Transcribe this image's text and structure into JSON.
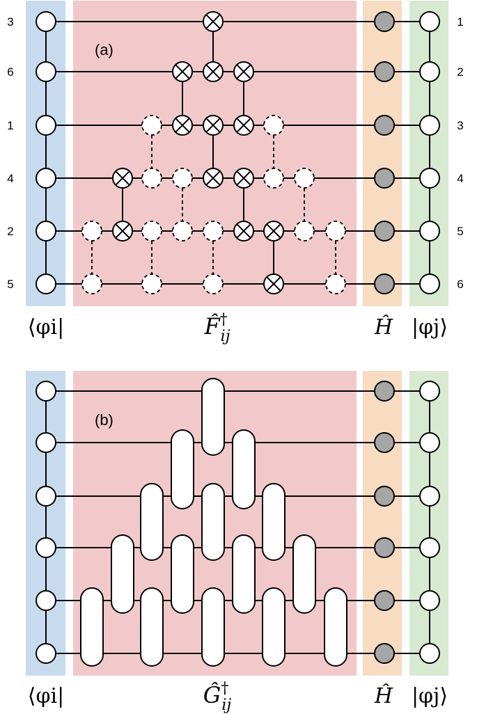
{
  "panels": [
    {
      "label": "(a)",
      "left_numbers": [
        "3",
        "6",
        "1",
        "4",
        "2",
        "5"
      ],
      "right_numbers": [
        "1",
        "2",
        "3",
        "4",
        "5",
        "6"
      ],
      "labels": {
        "bra": "⟨φi|",
        "op": "F̂†ij",
        "h": "Ĥ",
        "ket": "|φj⟩"
      },
      "op_main": "F̂",
      "op_sup": "†",
      "op_sub": "ij"
    },
    {
      "label": "(b)",
      "labels": {
        "bra": "⟨φi|",
        "op": "Ĝ†ij",
        "h": "Ĥ",
        "ket": "|φj⟩"
      },
      "op_main": "Ĝ",
      "op_sup": "†",
      "op_sub": "ij"
    }
  ],
  "colors": {
    "bra": "#c8dbee",
    "op": "#f2c9ca",
    "h": "#f8dcc1",
    "ket": "#d7e9d1",
    "h_node": "#a6a6a6",
    "node": "#ffffff"
  }
}
